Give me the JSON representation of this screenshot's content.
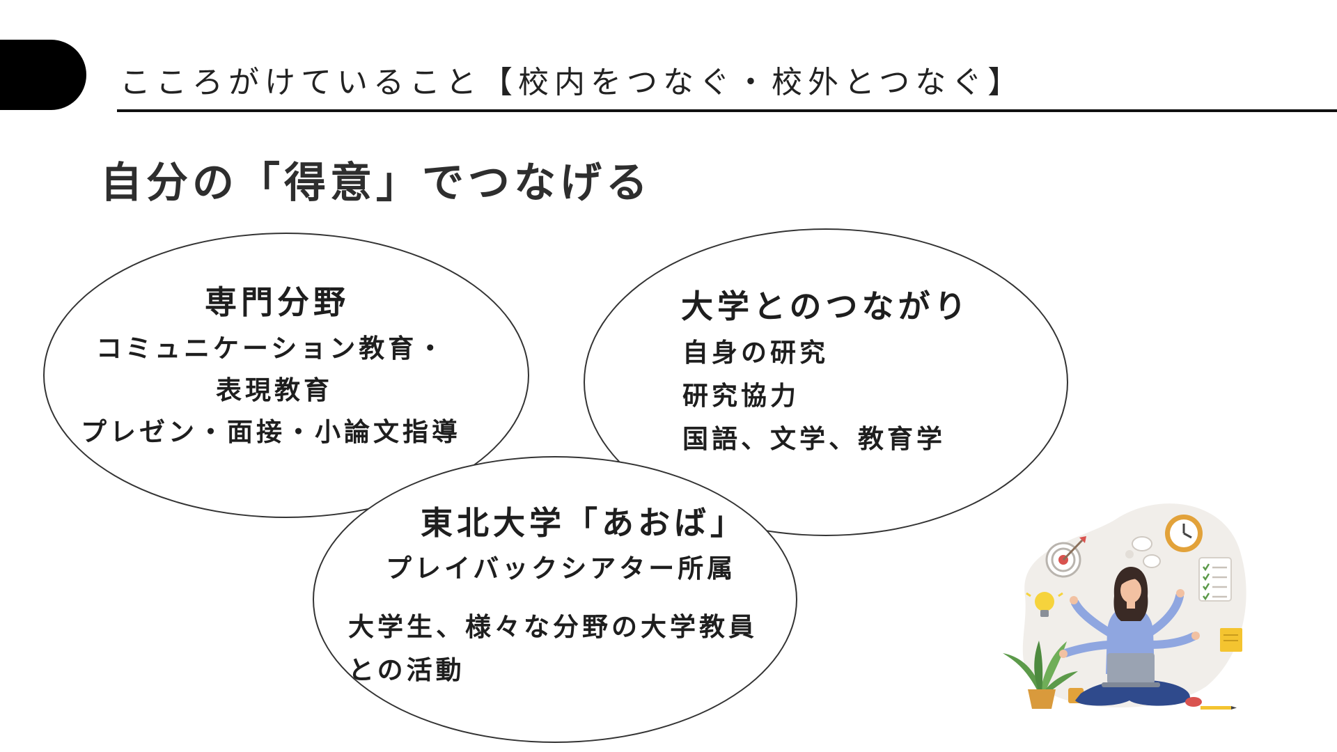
{
  "header": {
    "title": "こころがけていること【校内をつなぐ・校外とつなぐ】"
  },
  "subtitle": "自分の「得意」でつなげる",
  "bubbles": {
    "specialty": {
      "heading": "専門分野",
      "lines": [
        "コミュニケーション教育・",
        "表現教育",
        "プレゼン・面接・小論文指導"
      ]
    },
    "university": {
      "heading": "大学とのつながり",
      "lines": [
        "自身の研究",
        "研究協力",
        "国語、文学、教育学"
      ]
    },
    "aoba": {
      "heading": "東北大学「あおば」",
      "lines": [
        "プレイバックシアター所属",
        "大学生、様々な分野の大学教員",
        "との活動"
      ]
    }
  },
  "illustration": {
    "icons": [
      "target-icon",
      "clock-icon",
      "lightbulb-icon",
      "checklist-icon",
      "sticky-note-icon",
      "plant-icon",
      "coffee-mug-icon",
      "chat-bubble-icon",
      "laptop-icon"
    ],
    "colors": {
      "blob": "#f1eeea",
      "shirt": "#8fa6e0",
      "pants": "#2f4a8c",
      "hair": "#3a2a25",
      "laptop": "#9aa3b2",
      "clock": "#e2a23a",
      "target": "#d9534f",
      "note": "#f4c430",
      "plant": "#5c9a4a",
      "pot": "#d99a3c"
    }
  }
}
